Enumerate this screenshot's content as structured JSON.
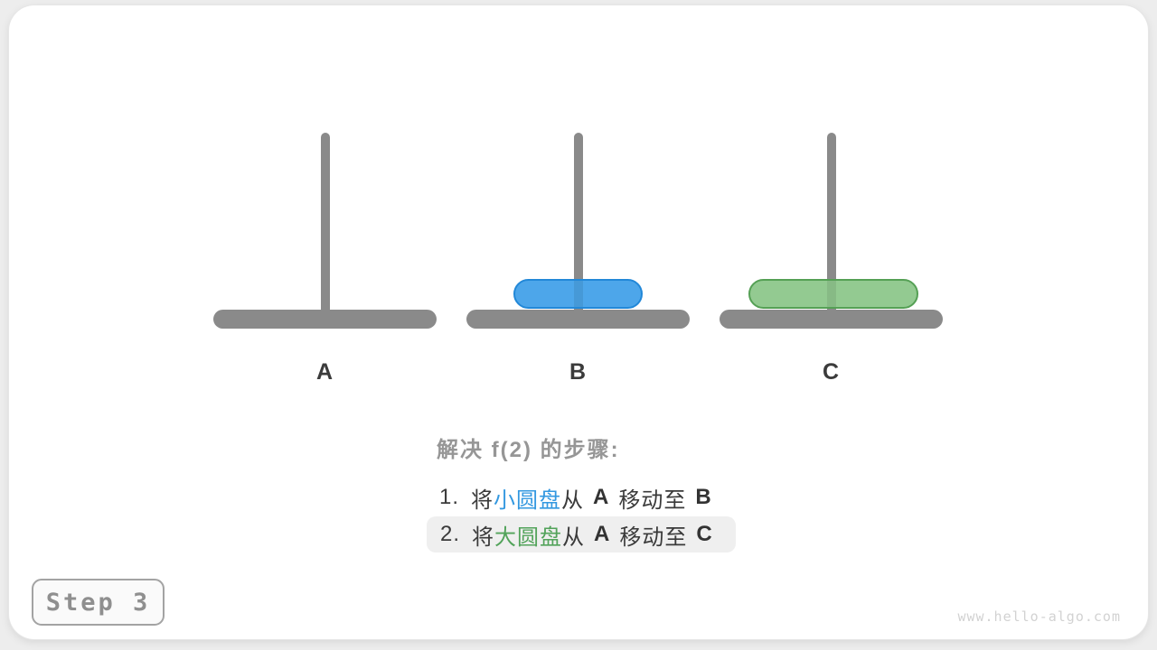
{
  "figure": {
    "badge_label": "Step 3",
    "watermark": "www.hello-algo.com"
  },
  "colors": {
    "page_background": "#ededed",
    "card_background": "#ffffff",
    "peg_gray": "#8a8a8a",
    "small_disk_fill": "#4da6ea",
    "small_disk_border": "#2288d8",
    "large_disk_fill": "#93ca91",
    "large_disk_border": "#55a055",
    "small_disk_text": "#3398e0",
    "large_disk_text": "#52a35a",
    "title_gray": "#969696",
    "text_dark": "#3a3a3a",
    "highlight_background": "#efefef"
  },
  "pegs": [
    {
      "label": "A",
      "disks": []
    },
    {
      "label": "B",
      "disks": [
        "small-blue-disk"
      ]
    },
    {
      "label": "C",
      "disks": [
        "large-green-disk"
      ]
    }
  ],
  "caption": {
    "title": "解决 f(2) 的步骤:"
  },
  "steps": [
    {
      "num": "1.",
      "action": "将",
      "disk": "小圆盘",
      "from_word": "从",
      "from": "A",
      "move_word": "移动至",
      "to": "B",
      "highlighted": false
    },
    {
      "num": "2.",
      "action": "将",
      "disk": "大圆盘",
      "from_word": "从",
      "from": "A",
      "move_word": "移动至",
      "to": "C",
      "highlighted": true
    }
  ]
}
